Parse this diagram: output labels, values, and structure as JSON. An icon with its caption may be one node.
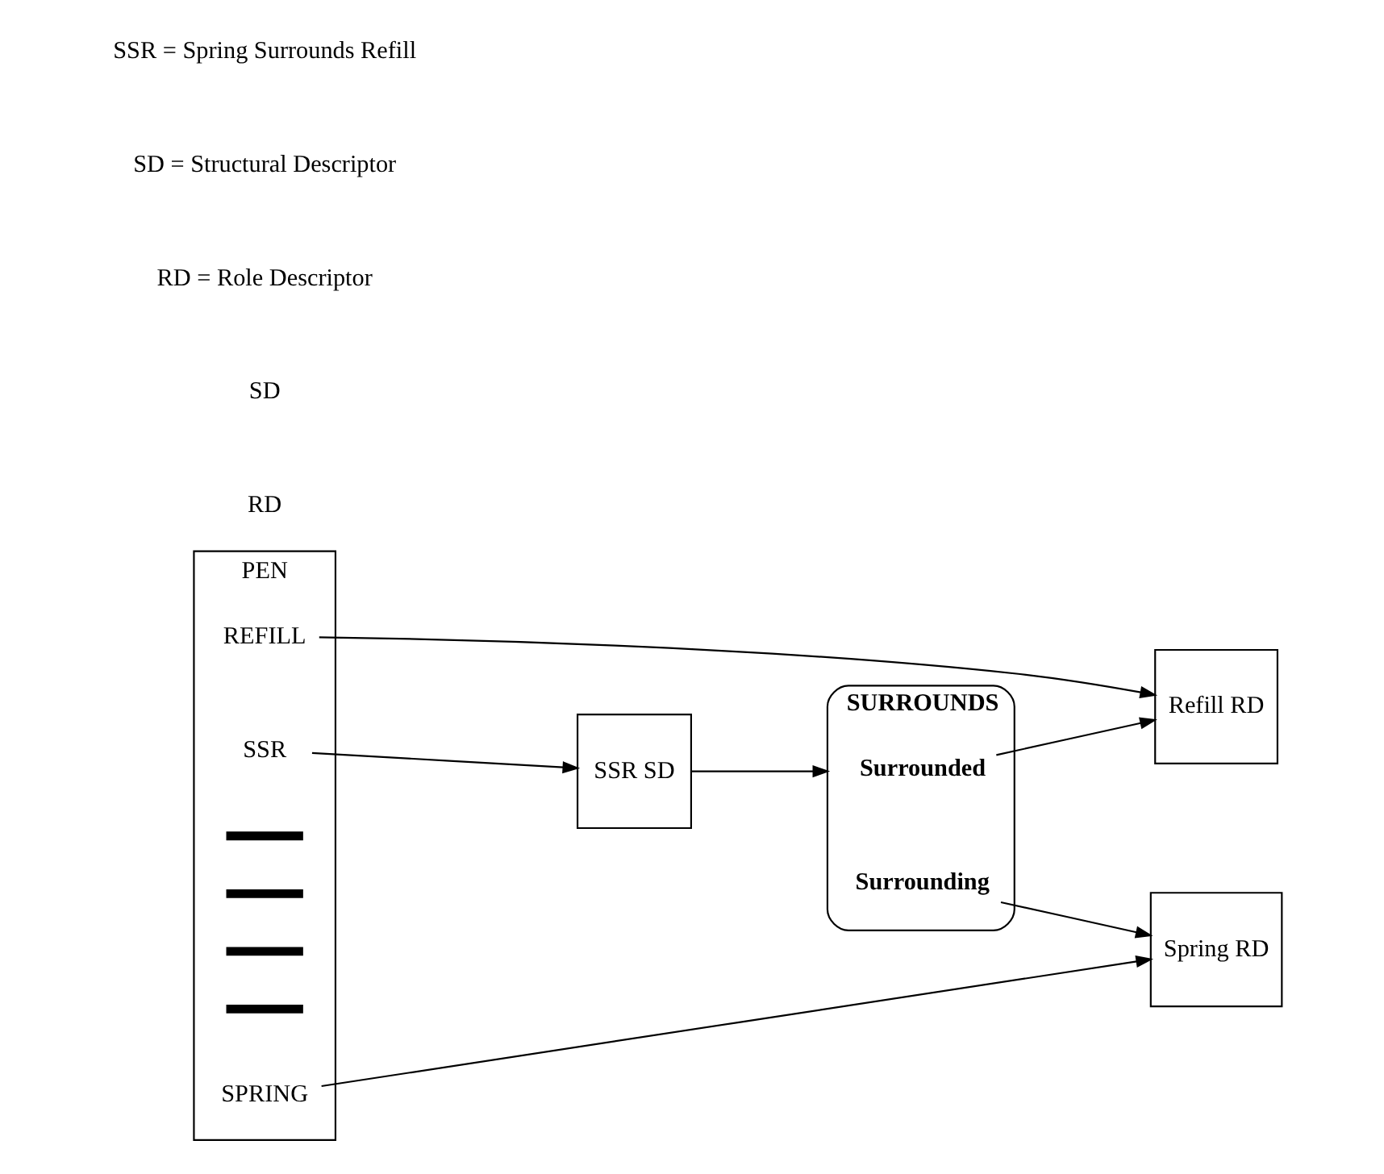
{
  "diagram": {
    "nodes": [
      {
        "text": [
          "PEN"
        ]
      },
      {
        "text": [
          "REFILL"
        ],
        "in": 0
      },
      {
        "text": [
          "SPRING"
        ],
        "in": 0
      },
      {
        "text": [],
        "shape": "bar",
        "in": 0
      },
      {
        "text": [],
        "shape": "bar",
        "in": 0
      },
      {
        "text": [],
        "shape": "bar",
        "in": 0
      },
      {
        "text": [],
        "shape": "bar",
        "in": 0
      },
      {
        "text": [
          "SSR"
        ],
        "in": 0
      },
      {
        "text": [
          "Refill RD"
        ]
      },
      {
        "text": [
          "Spring RD"
        ]
      },
      {
        "text": [
          "SSR SD"
        ]
      },
      {
        "text": [
          "SURROUNDS"
        ]
      },
      {
        "text": [
          "Surrounded"
        ],
        "in": 11
      },
      {
        "text": [
          "Surrounding"
        ],
        "in": 11
      }
    ],
    "edges": [
      {
        "from": 1,
        "to": 8,
        "arrow": "to"
      },
      {
        "from": 2,
        "to": 9,
        "arrow": "to"
      },
      {
        "from": 12,
        "to": 8,
        "arrow": "to"
      },
      {
        "from": 13,
        "to": 9,
        "arrow": "to"
      },
      {
        "from": 7,
        "to": 10,
        "arrow": "to"
      },
      {
        "from": 10,
        "to": 11,
        "arrow": "to"
      }
    ],
    "labels": [
      "RD",
      "SD",
      "RD = Role Descriptor",
      "SD = Structural Descriptor",
      "SSR = Spring Surrounds Refill"
    ]
  }
}
